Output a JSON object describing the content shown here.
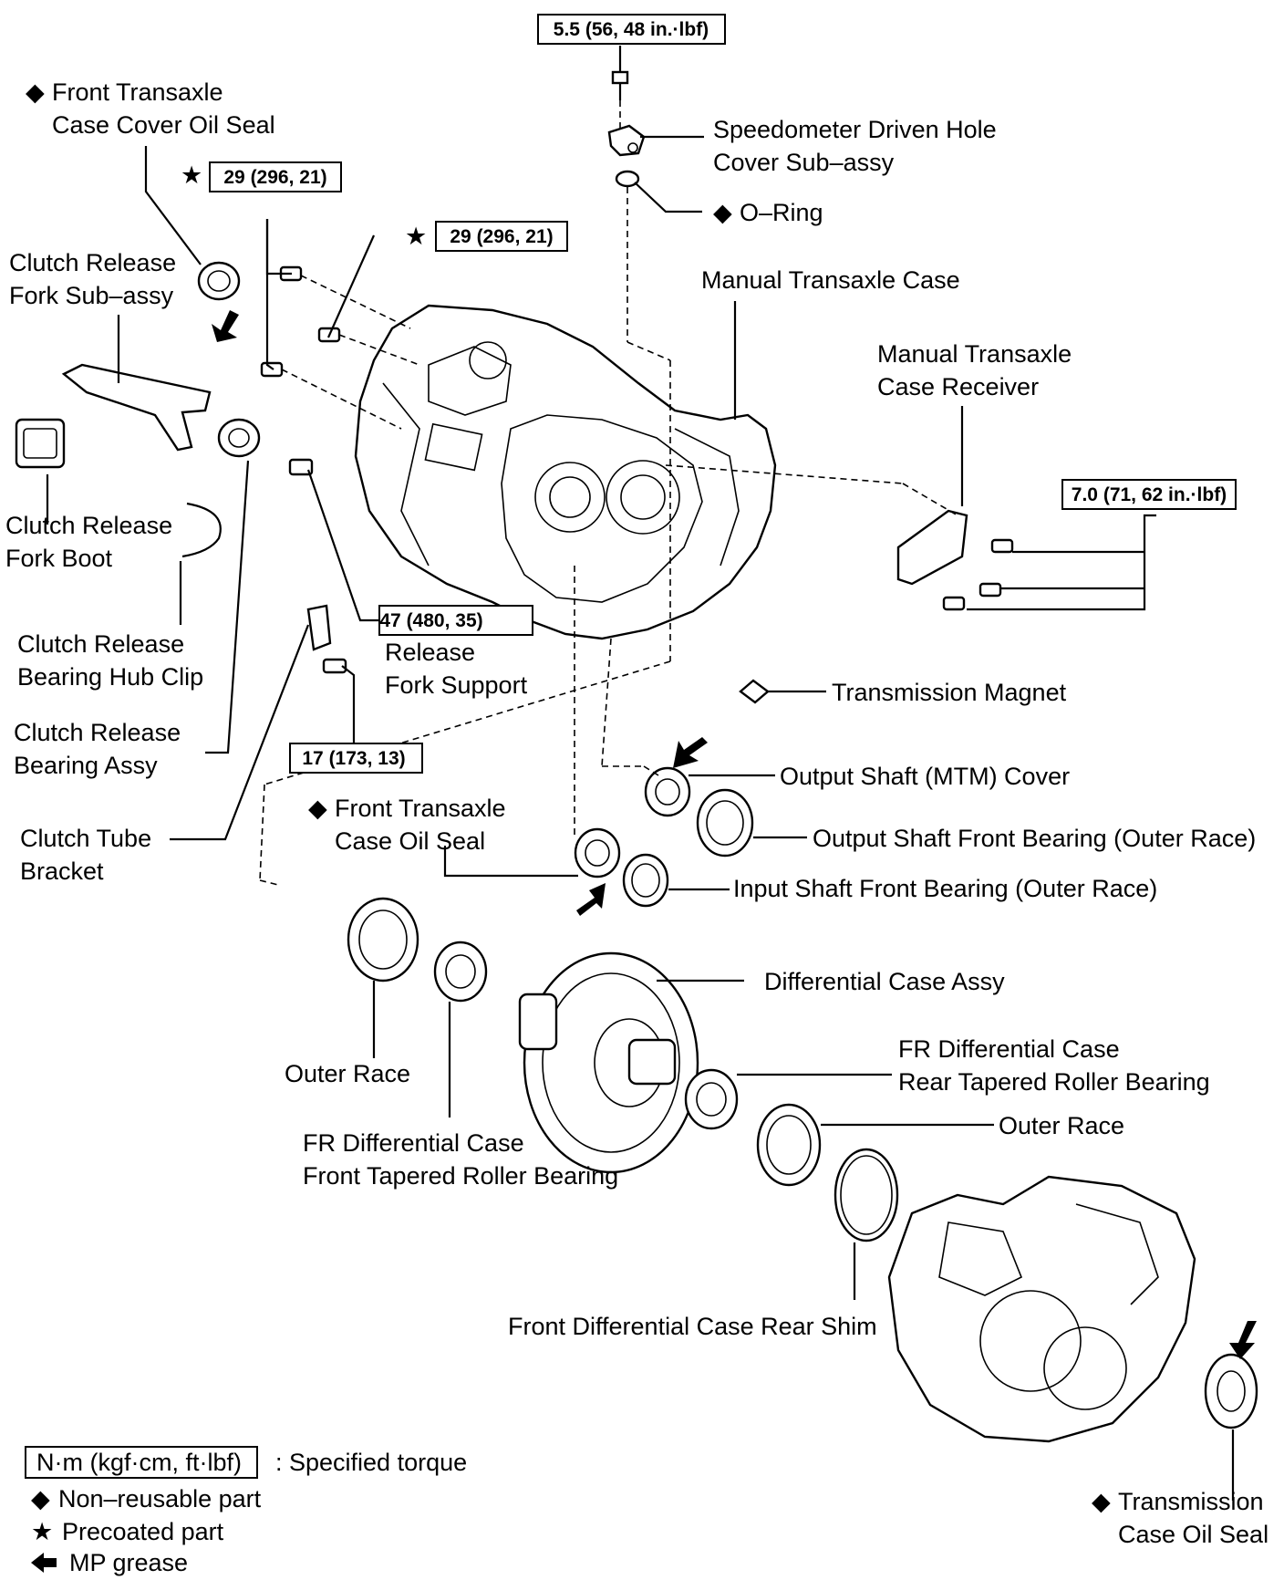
{
  "labels": {
    "front_transaxle_case_cover_oil_seal": [
      "Front Transaxle",
      "Case Cover Oil Seal"
    ],
    "clutch_release_fork_sub_assy": [
      "Clutch Release",
      "Fork Sub–assy"
    ],
    "clutch_release_fork_boot": [
      "Clutch Release",
      "Fork Boot"
    ],
    "clutch_release_bearing_hub_clip": [
      "Clutch Release",
      "Bearing Hub Clip"
    ],
    "clutch_release_bearing_assy": [
      "Clutch Release",
      "Bearing Assy"
    ],
    "clutch_tube_bracket": [
      "Clutch Tube",
      "Bracket"
    ],
    "release_fork_support": [
      "Release",
      "Fork Support"
    ],
    "speedometer_driven_hole_cover": [
      "Speedometer Driven Hole",
      "Cover Sub–assy"
    ],
    "o_ring": "O–Ring",
    "manual_transaxle_case": "Manual Transaxle Case",
    "manual_transaxle_case_receiver": [
      "Manual Transaxle",
      "Case Receiver"
    ],
    "transmission_magnet": "Transmission Magnet",
    "output_shaft_mtm_cover": "Output Shaft (MTM) Cover",
    "output_shaft_front_bearing": "Output Shaft Front Bearing (Outer Race)",
    "front_transaxle_case_oil_seal": [
      "Front Transaxle",
      "Case Oil Seal"
    ],
    "input_shaft_front_bearing": "Input Shaft Front Bearing (Outer Race)",
    "differential_case_assy": "Differential Case Assy",
    "outer_race_left": "Outer Race",
    "fr_diff_front_bearing": [
      "FR Differential Case",
      "Front Tapered Roller Bearing"
    ],
    "fr_diff_rear_bearing": [
      "FR Differential Case",
      "Rear Tapered Roller Bearing"
    ],
    "outer_race_right": "Outer Race",
    "front_diff_case_rear_shim": "Front Differential Case Rear Shim",
    "transmission_case_oil_seal": [
      "Transmission",
      "Case Oil Seal"
    ]
  },
  "torques": {
    "speedometer_bolt": "5.5 (56, 48 in.·lbf)",
    "case_bolt_a": "29 (296, 21)",
    "case_bolt_b": "29 (296, 21)",
    "receiver_bolts": "7.0 (71, 62 in.·lbf)",
    "release_fork_support": "47 (480, 35)",
    "clutch_tube_bracket": "17 (173, 13)"
  },
  "legend": {
    "torque_unit": "N·m (kgf·cm, ft·lbf)",
    "torque_desc": ": Specified torque",
    "non_reusable": "Non–reusable part",
    "precoated": "Precoated part",
    "grease": "MP grease"
  },
  "symbols": {
    "non_reusable": "◆",
    "precoated": "★",
    "grease_icon": "grease-arrow-icon"
  }
}
